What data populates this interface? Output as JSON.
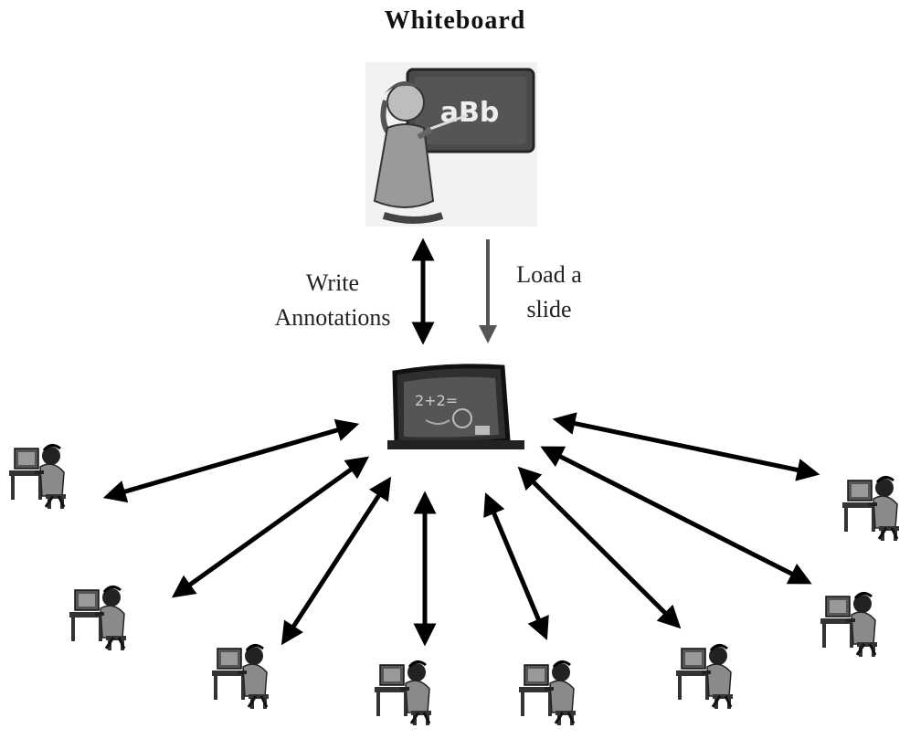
{
  "diagram": {
    "title": "Whiteboard",
    "label_left_line1": "Write",
    "label_left_line2": "Annotations",
    "label_right_line1": "Load a",
    "label_right_line2": "slide",
    "teacher_board_text": "aBb",
    "chalkboard_text": "2+2=",
    "nodes": {
      "teacher": "teacher-at-board-icon",
      "whiteboard": "chalkboard-icon",
      "students": "student-at-computer-icon"
    },
    "colors": {
      "arrow_dark": "#000000",
      "arrow_gray": "#555555",
      "board": "#3a3a3a"
    }
  }
}
